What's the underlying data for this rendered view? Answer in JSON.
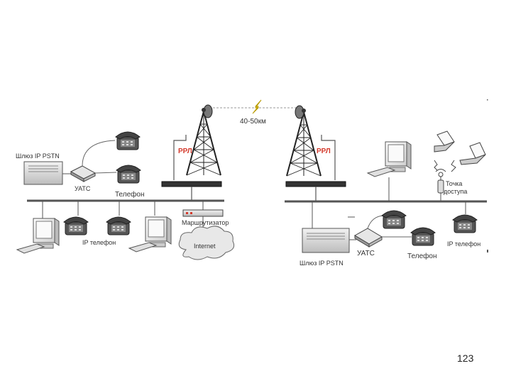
{
  "labels": {
    "gateway_left": "Шлюз IP PSTN",
    "uats_left": "УАТС",
    "phone_left": "Телефон",
    "rrl_left": "РРЛ",
    "distance": "40-50км",
    "rrl_right": "РРЛ",
    "access_point": "Точка доступа",
    "ip_phone_left": "IP телефон",
    "router": "Маршрутизатор",
    "internet": "Internet",
    "gateway_right": "Шлюз IP PSTN",
    "uats_right": "УАТС",
    "phone_right": "Телефон",
    "ip_phone_right": "IP телефон"
  },
  "page_number": "123",
  "colors": {
    "line": "#555555",
    "accent_red": "#d43a2c",
    "lightning": "#f2d21c"
  }
}
